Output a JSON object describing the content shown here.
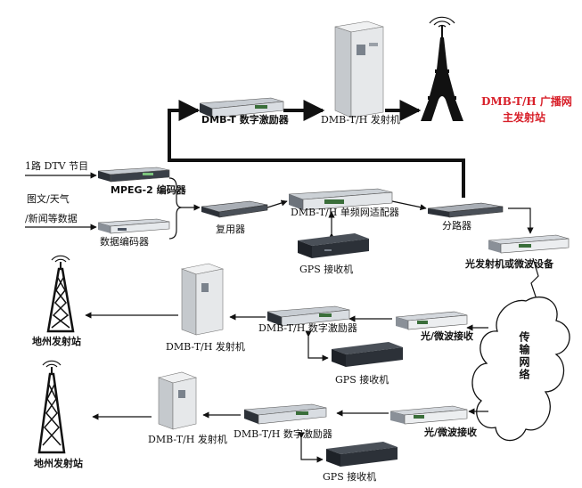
{
  "labels": {
    "main_exciter": "DMB-T 数字激励器",
    "main_transmitter": "DMB-T/H 发射机",
    "main_station": "DMB-T/H 广播网",
    "main_station_sub": "主发射站",
    "dtv_input": "1路 DTV 节目",
    "mpeg_encoder": "MPEG-2 编码器",
    "data_input_1": "图文/天气",
    "data_input_2": "/新闻等数据",
    "data_encoder": "数据编码器",
    "multiplexer": "复用器",
    "sfn_adapter": "DMB-T/H 单频网适配器",
    "splitter": "分路器",
    "gps_1": "GPS 接收机",
    "optical_tx": "光发射机或微波设备",
    "network": "传输网络",
    "rx_1": "光/微波接收",
    "exciter_1": "DMB-T/H 数字激励器",
    "gps_2": "GPS 接收机",
    "transmitter_1": "DMB-T/H 发射机",
    "station_1": "地州发射站",
    "rx_2": "光/微波接收",
    "exciter_2": "DMB-T/H 数字激励器",
    "gps_3": "GPS 接收机",
    "transmitter_2": "DMB-T/H 发射机",
    "station_2": "地州发射站"
  },
  "colors": {
    "accent_red": "#d8202a",
    "line": "#111111",
    "device_body": "#d9dde2",
    "device_dark": "#2c3138",
    "cabinet": "#e8eaec"
  }
}
